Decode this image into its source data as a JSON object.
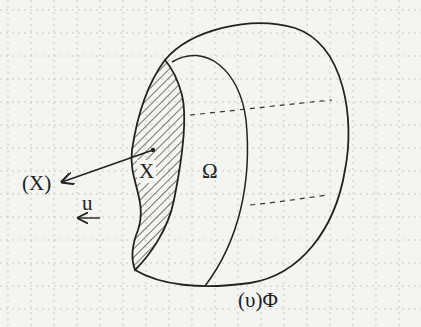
{
  "diagram": {
    "labels": [
      "(X)",
      "u",
      "X",
      "Ω",
      "(υ)Φ"
    ]
  }
}
